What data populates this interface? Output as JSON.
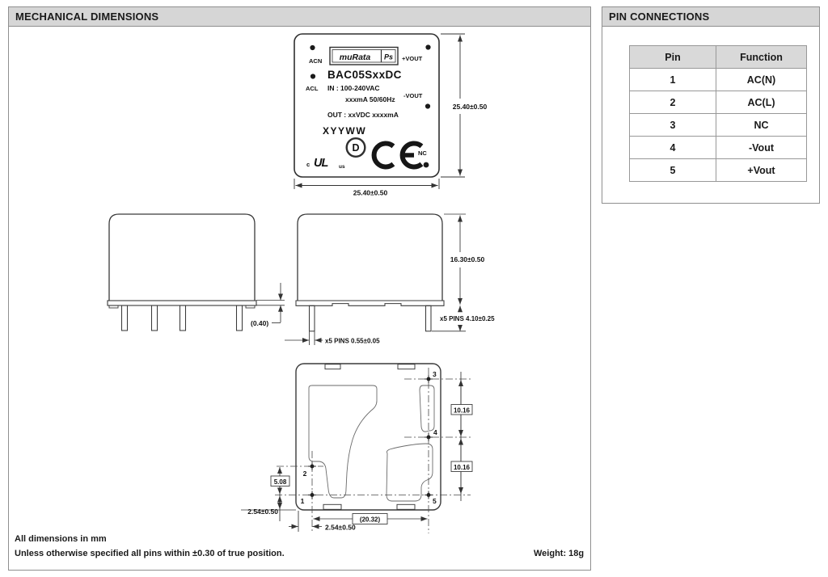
{
  "mech_panel": {
    "title": "MECHANICAL DIMENSIONS"
  },
  "pin_panel": {
    "title": "PIN CONNECTIONS"
  },
  "pin_table": {
    "headers": [
      "Pin",
      "Function"
    ],
    "rows": [
      [
        "1",
        "AC(N)"
      ],
      [
        "2",
        "AC(L)"
      ],
      [
        "3",
        "NC"
      ],
      [
        "4",
        "-Vout"
      ],
      [
        "5",
        "+Vout"
      ]
    ]
  },
  "label_view": {
    "brand": "muRata",
    "brand_suffix": "Ps",
    "model": "BAC05SxxDC",
    "pin_acn": "ACN",
    "pin_acl": "ACL",
    "pin_pvout": "+VOUT",
    "pin_nvout": "-VOUT",
    "pin_nc": "NC",
    "spec_in": "IN : 100-240VAC",
    "spec_in2": "xxxmA 50/60Hz",
    "spec_out": "OUT : xxVDC xxxxmA",
    "date_code": "XYYWW",
    "mark_ul_c": "c",
    "mark_ul": "UL",
    "mark_ul_us": "us",
    "mark_demko": "D",
    "dim_height": "25.40±0.50",
    "dim_width": "25.40±0.50"
  },
  "side_view": {
    "dim_standoff": "(0.40)"
  },
  "front_view": {
    "dim_height": "16.30±0.50",
    "dim_pin_length": "x5 PINS 4.10±0.25",
    "dim_pin_width": "x5 PINS 0.55±0.05"
  },
  "bottom_view": {
    "pin_labels": [
      "1",
      "2",
      "3",
      "4",
      "5"
    ],
    "dim_pitch_left": "5.08",
    "dim_pitch_right_top": "10.16",
    "dim_pitch_right_bottom": "10.16",
    "dim_span": "(20.32)",
    "dim_offset_bottom": "2.54±0.50",
    "dim_offset_left": "2.54±0.50"
  },
  "notes": {
    "line1": "All dimensions in mm",
    "line2": "Unless otherwise specified all pins within ±0.30 of true position.",
    "weight": "Weight: 18g"
  },
  "colors": {
    "header_bg": "#d6d6d6",
    "panel_border": "#8f8f8f",
    "line": "#2f2f2f",
    "text": "#111111"
  }
}
